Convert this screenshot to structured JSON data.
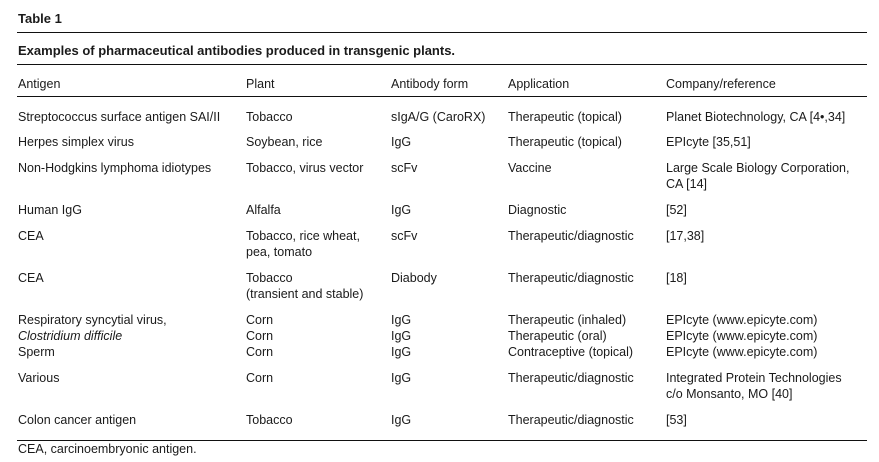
{
  "table_label": "Table 1",
  "caption": "Examples of pharmaceutical antibodies produced in transgenic plants.",
  "columns": [
    "Antigen",
    "Plant",
    "Antibody form",
    "Application",
    "Company/reference"
  ],
  "rows": [
    {
      "antigen": "Streptococcus surface antigen SAI/II",
      "plant": "Tobacco",
      "antibody_form": "sIgA/G (CaroRX)",
      "application": "Therapeutic (topical)",
      "company": "Planet Biotechnology, CA [4•,34]"
    },
    {
      "antigen": "Herpes simplex virus",
      "plant": "Soybean, rice",
      "antibody_form": "IgG",
      "application": "Therapeutic (topical)",
      "company": "EPIcyte [35,51]"
    },
    {
      "antigen": "Non-Hodgkins lymphoma idiotypes",
      "plant": "Tobacco, virus vector",
      "antibody_form": "scFv",
      "application": "Vaccine",
      "company": "Large Scale Biology Corporation,\nCA [14]"
    },
    {
      "antigen": "Human IgG",
      "plant": "Alfalfa",
      "antibody_form": "IgG",
      "application": "Diagnostic",
      "company": "[52]"
    },
    {
      "antigen": "CEA",
      "plant": "Tobacco, rice wheat,\npea, tomato",
      "antibody_form": "scFv",
      "application": "Therapeutic/diagnostic",
      "company": "[17,38]"
    },
    {
      "antigen": "CEA",
      "plant": "Tobacco\n(transient and stable)",
      "antibody_form": "Diabody",
      "application": "Therapeutic/diagnostic",
      "company": "[18]"
    },
    {
      "antigen": "Respiratory syncytial virus,",
      "plant": "Corn",
      "antibody_form": "IgG",
      "application": "Therapeutic (inhaled)",
      "company": "EPIcyte (www.epicyte.com)"
    },
    {
      "antigen": "Clostridium difficile",
      "plant": "Corn",
      "antibody_form": "IgG",
      "application": "Therapeutic (oral)",
      "company": "EPIcyte (www.epicyte.com)"
    },
    {
      "antigen": "Sperm",
      "plant": "Corn",
      "antibody_form": "IgG",
      "application": "Contraceptive (topical)",
      "company": "EPIcyte (www.epicyte.com)"
    },
    {
      "antigen": "Various",
      "plant": "Corn",
      "antibody_form": "IgG",
      "application": "Therapeutic/diagnostic",
      "company": "Integrated Protein Technologies\nc/o Monsanto, MO [40]"
    },
    {
      "antigen": "Colon cancer antigen",
      "plant": "Tobacco",
      "antibody_form": "IgG",
      "application": "Therapeutic/diagnostic",
      "company": "[53]"
    }
  ],
  "footnote": "CEA, carcinoembryonic antigen."
}
